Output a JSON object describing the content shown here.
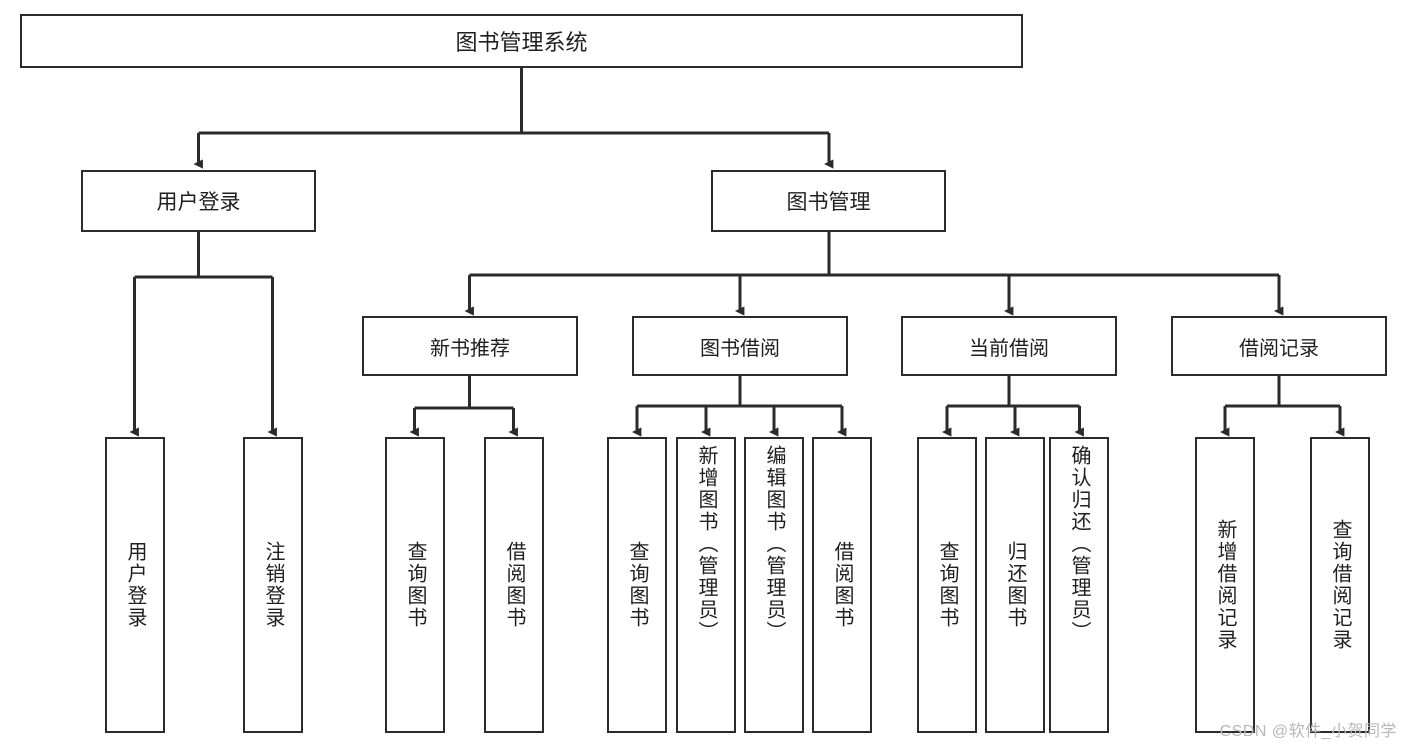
{
  "diagram": {
    "type": "tree",
    "title": "图书管理系统",
    "orientation": "top-down",
    "style": {
      "box_border_color": "#2b2b2b",
      "box_fill_color": "#ffffff",
      "connector_color": "#2b2b2b",
      "text_color": "#1f1f1f",
      "background": "#ffffff"
    },
    "nodes": {
      "root": {
        "label": "图书管理系统"
      },
      "level2": [
        {
          "id": "user_login",
          "label": "用户登录"
        },
        {
          "id": "book_manage",
          "label": "图书管理"
        }
      ],
      "level3": [
        {
          "id": "new_book_rec",
          "label": "新书推荐",
          "parent": "book_manage"
        },
        {
          "id": "book_borrow",
          "label": "图书借阅",
          "parent": "book_manage"
        },
        {
          "id": "current_borrow",
          "label": "当前借阅",
          "parent": "book_manage"
        },
        {
          "id": "borrow_record",
          "label": "借阅记录",
          "parent": "book_manage"
        }
      ],
      "leaves": [
        {
          "id": "leaf_user_login",
          "label": "用户登录",
          "parent": "user_login"
        },
        {
          "id": "leaf_user_logout",
          "label": "注销登录",
          "parent": "user_login"
        },
        {
          "id": "leaf_query_book_1",
          "label": "查询图书",
          "parent": "new_book_rec"
        },
        {
          "id": "leaf_borrow_book_1",
          "label": "借阅图书",
          "parent": "new_book_rec"
        },
        {
          "id": "leaf_query_book_2",
          "label": "查询图书",
          "parent": "book_borrow"
        },
        {
          "id": "leaf_add_book",
          "label": "新增图书（管理员）",
          "parent": "book_borrow"
        },
        {
          "id": "leaf_edit_book",
          "label": "编辑图书（管理员）",
          "parent": "book_borrow"
        },
        {
          "id": "leaf_borrow_book_2",
          "label": "借阅图书",
          "parent": "book_borrow"
        },
        {
          "id": "leaf_query_book_3",
          "label": "查询图书",
          "parent": "current_borrow"
        },
        {
          "id": "leaf_return_book",
          "label": "归还图书",
          "parent": "current_borrow"
        },
        {
          "id": "leaf_confirm_return",
          "label": "确认归还（管理员）",
          "parent": "current_borrow"
        },
        {
          "id": "leaf_add_record",
          "label": "新增借阅记录",
          "parent": "borrow_record"
        },
        {
          "id": "leaf_query_record",
          "label": "查询借阅记录",
          "parent": "borrow_record"
        }
      ]
    }
  },
  "watermark": {
    "text": "CSDN @软件_小贺同学"
  }
}
